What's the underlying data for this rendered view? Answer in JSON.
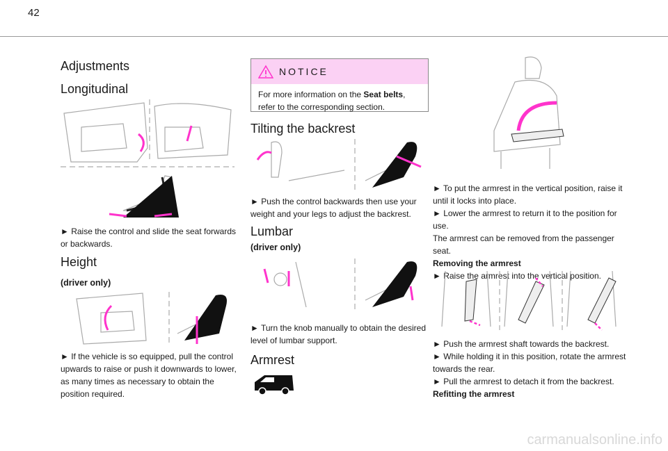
{
  "page_number": "42",
  "col1": {
    "title": "Adjustments",
    "longitudinal": {
      "heading": "Longitudinal",
      "text": "► Raise the control and slide the seat forwards or backwards."
    },
    "height": {
      "heading": "Height",
      "sub": "(driver only)",
      "text": "► If the vehicle is so equipped, pull the control upwards to raise or push it downwards to lower, as many times as necessary to obtain the position required."
    }
  },
  "col2": {
    "notice": {
      "label": "NOTICE",
      "text_before": "For more information on the ",
      "bold": "Seat belts",
      "text_after": ", refer to the corresponding section."
    },
    "tilting": {
      "heading": "Tilting the backrest",
      "text": "► Push the control backwards then use your weight and your legs to adjust the backrest."
    },
    "lumbar": {
      "heading": "Lumbar",
      "sub": "(driver only)",
      "text": "► Turn the knob manually to obtain the desired level of lumbar support."
    },
    "armrest": {
      "heading": "Armrest"
    }
  },
  "col3": {
    "lines1": [
      "► To put the armrest in the vertical position, raise it until it locks into place.",
      "► Lower the armrest to return it to the position for use.",
      "The armrest can be removed from the passenger seat."
    ],
    "removing_heading": "Removing the armrest",
    "removing_step": "► Raise the armrest into the vertical position.",
    "lines2": [
      "► Push the armrest shaft towards the backrest.",
      "► While holding it in this position, rotate the armrest towards the rear.",
      "► Pull the armrest to detach it from the backrest."
    ],
    "refitting_heading": "Refitting the armrest"
  },
  "watermark": "carmanualsonline.info",
  "colors": {
    "accent": "#ff33cc",
    "notice_bg": "#fbd1f4"
  }
}
